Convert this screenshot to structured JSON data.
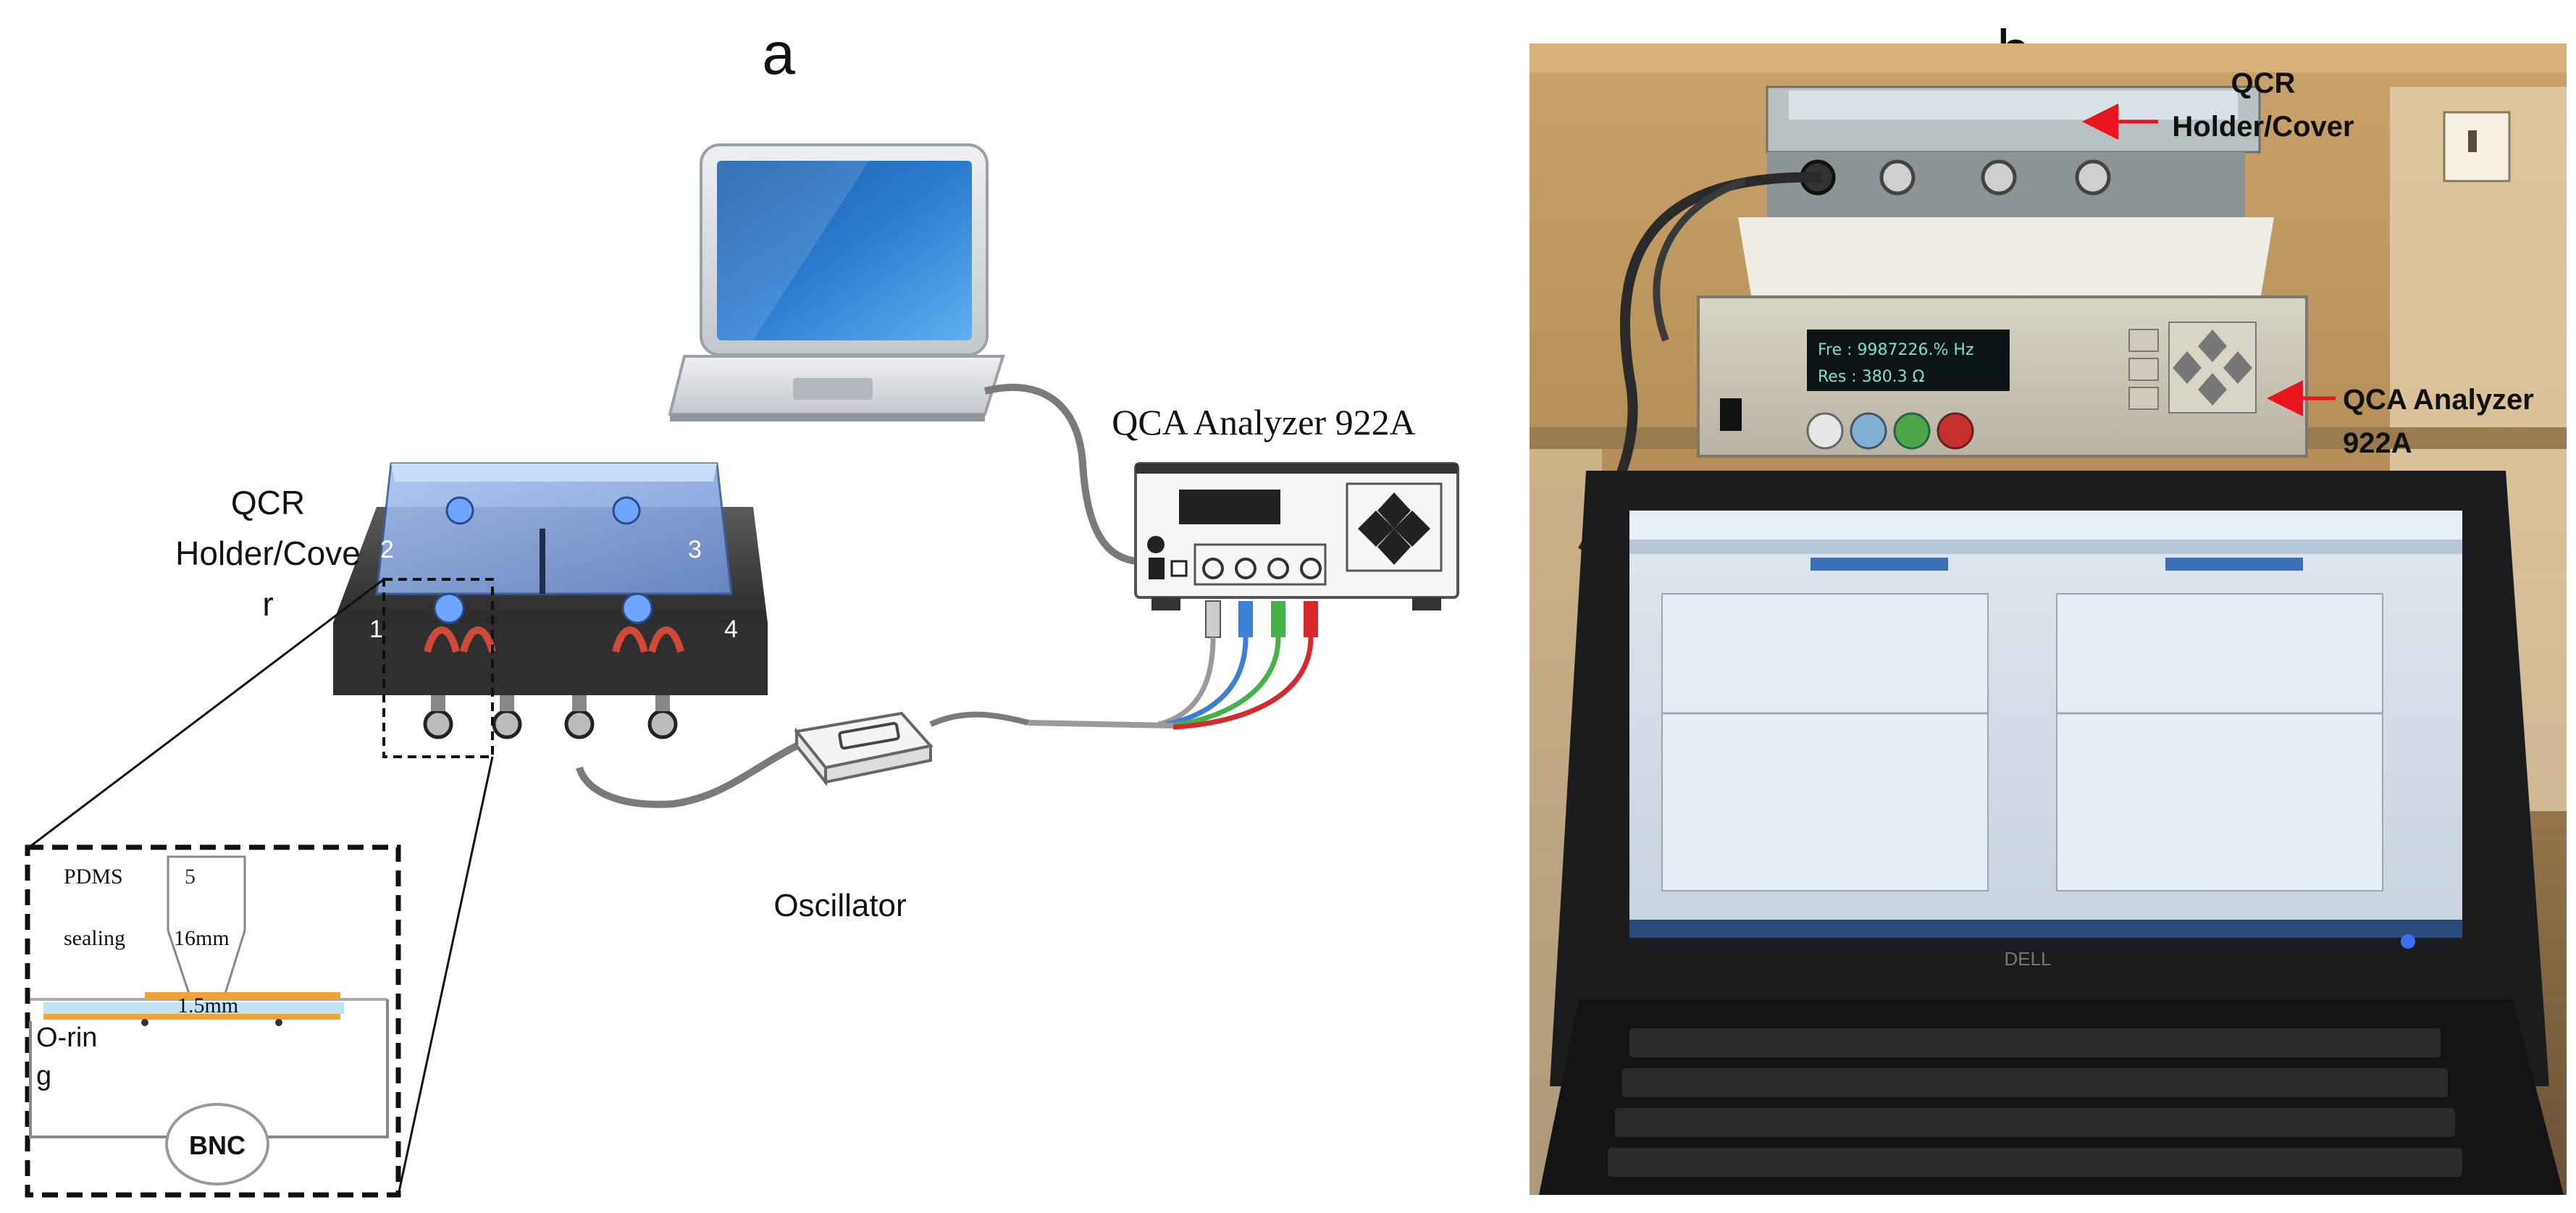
{
  "panels": {
    "a": {
      "label": "a",
      "analyzer_title": "QCA Analyzer 922A",
      "holder_label_lines": [
        "QCR",
        "Holder/Cove",
        "r"
      ],
      "oscillator_label": "Oscillator",
      "holder_port_numbers": [
        "1",
        "2",
        "3",
        "4"
      ],
      "inset": {
        "pdms_label": "PDMS",
        "sealing_label": "sealing",
        "number_label": "5",
        "height_label": "16mm",
        "gap_label": "1.5mm",
        "oring_label_lines": [
          "O-rin",
          "g"
        ],
        "bnc_label": "BNC"
      }
    },
    "b": {
      "label": "b",
      "photo_label_holder_lines": [
        "QCR",
        "Holder/Cover"
      ],
      "photo_label_analyzer_lines": [
        "QCA Analyzer",
        "922A"
      ],
      "device_display_line1": "Fre :    9987226.% Hz",
      "device_display_line2": "Res :         380.3   Ω",
      "laptop_brand": "DELL"
    }
  },
  "colors": {
    "arrow_red": "#e8141e",
    "cable_red": "#d8282a",
    "cable_green": "#46b04a",
    "cable_blue": "#3b7fd6",
    "cable_gray": "#7a7a7a",
    "holder_blue": "#8aaee6",
    "sensor_orange": "#f2a233",
    "laptop_screen_blue": "#2c7bd0"
  },
  "icons": [
    "laptop-icon",
    "analyzer-device-icon",
    "oscillator-box-icon",
    "qcr-holder-icon",
    "red-arrow-icon",
    "bnc-connector-icon"
  ]
}
